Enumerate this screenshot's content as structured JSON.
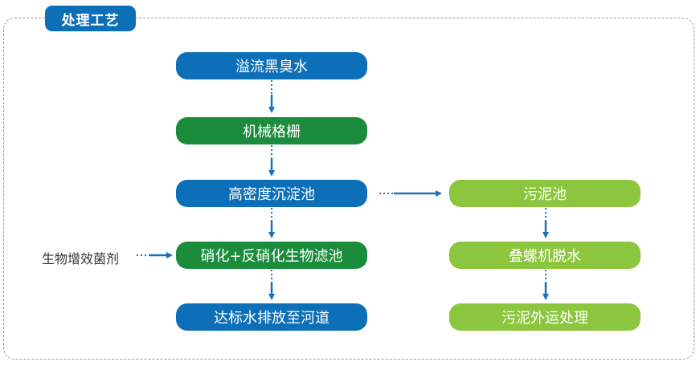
{
  "title": "处理工艺",
  "nodes": {
    "overflow": "溢流黑臭水",
    "screen": "机械格栅",
    "sedimentation": "高密度沉淀池",
    "biofilter": "硝化+反硝化生物滤池",
    "discharge": "达标水排放至河道",
    "sludge_tank": "污泥池",
    "dewatering": "叠螺机脱水",
    "sludge_disposal": "污泥外运处理"
  },
  "side_input": "生物增效菌剂",
  "colors": {
    "blue": "#0d6fb8",
    "green": "#1b8c3c",
    "lime": "#8cc63e",
    "arrow": "#1a72b8"
  }
}
